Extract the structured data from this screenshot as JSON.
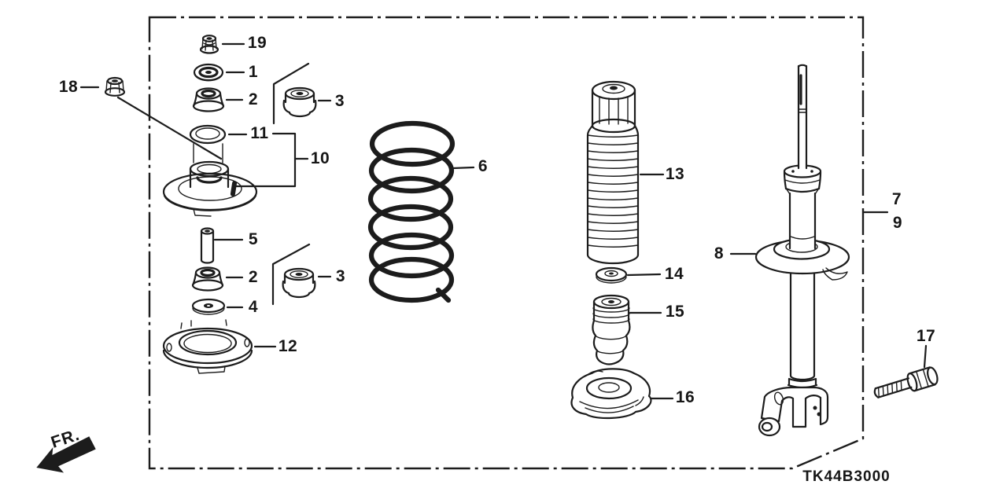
{
  "diagram": {
    "code": "TK44B3000",
    "direction_label": "FR.",
    "line_color": "#1c1c1c",
    "background_color": "#ffffff",
    "labels": [
      {
        "part": "19"
      },
      {
        "part": "1"
      },
      {
        "part": "2"
      },
      {
        "part": "3"
      },
      {
        "part": "18"
      },
      {
        "part": "11"
      },
      {
        "part": "10"
      },
      {
        "part": "5"
      },
      {
        "part": "2"
      },
      {
        "part": "3"
      },
      {
        "part": "4"
      },
      {
        "part": "12"
      },
      {
        "part": "6"
      },
      {
        "part": "13"
      },
      {
        "part": "14"
      },
      {
        "part": "15"
      },
      {
        "part": "16"
      },
      {
        "part": "8"
      },
      {
        "part": "7"
      },
      {
        "part": "9"
      },
      {
        "part": "17"
      }
    ]
  }
}
